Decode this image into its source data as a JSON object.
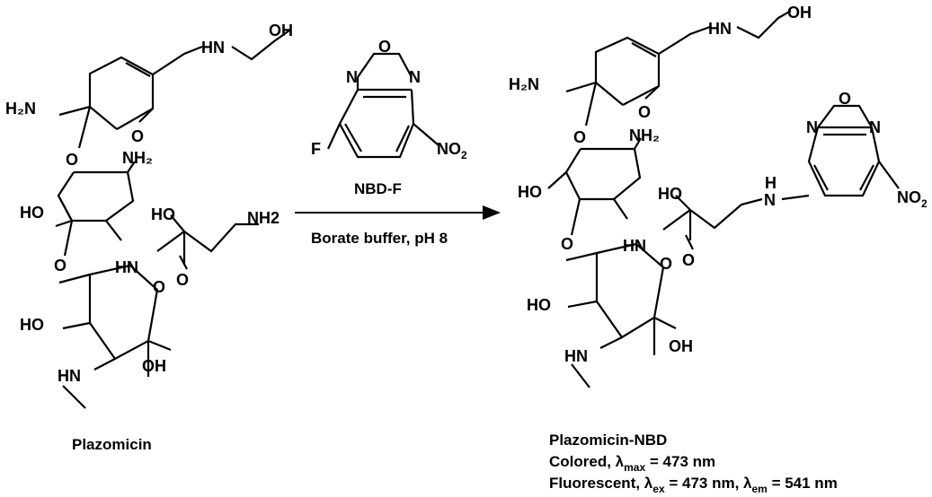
{
  "reactant": {
    "name": "Plazomicin",
    "labels": {
      "oh_top": "OH",
      "hn_top": "HN",
      "h2n": "H₂N",
      "o_ring1": "O",
      "o_link1": "O",
      "nh2": "NH₂",
      "ho_mid": "HO",
      "ho_side": "HO",
      "nh2_tail": "NH2",
      "o_link2": "O",
      "hn_amide": "HN",
      "o_carbonyl": "O",
      "o_ring3": "O",
      "ho_ring3": "HO",
      "oh_ring3": "OH",
      "hn_me": "HN"
    }
  },
  "reagent": {
    "name": "NBD-F",
    "conditions": "Borate buffer, pH 8",
    "labels": {
      "n_left": "N",
      "o": "O",
      "n_right": "N",
      "f": "F",
      "no2": "NO",
      "no2_sub": "2"
    }
  },
  "product": {
    "name": "Plazomicin-NBD",
    "line2": "Colored, λ",
    "line2_sub": "max",
    "line2_end": " = 473 nm",
    "line3_a": "Fluorescent, λ",
    "line3_sub1": "ex",
    "line3_b": " = 473 nm, λ",
    "line3_sub2": "em",
    "line3_c": " = 541 nm",
    "labels": {
      "oh_top": "OH",
      "hn_top": "HN",
      "h2n": "H₂N",
      "o_ring1": "O",
      "o_link1": "O",
      "nh2": "NH₂",
      "ho_mid": "HO",
      "ho_side": "HO",
      "n_link": "N",
      "h_link": "H",
      "o_link2": "O",
      "hn_amide": "HN",
      "o_carbonyl": "O",
      "o_ring3": "O",
      "ho_ring3": "HO",
      "oh_ring3": "OH",
      "hn_me": "HN",
      "n_left": "N",
      "o_nbd": "O",
      "n_right": "N",
      "no2": "NO",
      "no2_sub": "2"
    }
  }
}
